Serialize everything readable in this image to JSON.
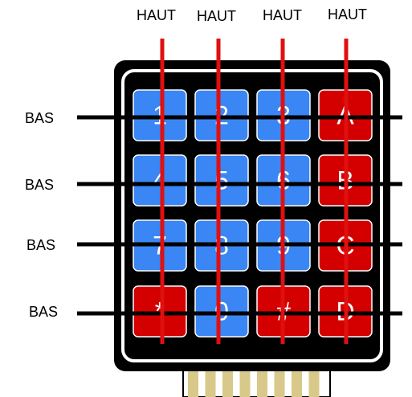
{
  "column_labels": [
    "HAUT",
    "HAUT",
    "HAUT",
    "HAUT"
  ],
  "row_labels": [
    "BAS",
    "BAS",
    "BAS",
    "BAS"
  ],
  "keys": [
    [
      {
        "label": "1",
        "color": "blue"
      },
      {
        "label": "2",
        "color": "blue"
      },
      {
        "label": "3",
        "color": "blue"
      },
      {
        "label": "A",
        "color": "red"
      }
    ],
    [
      {
        "label": "4",
        "color": "blue"
      },
      {
        "label": "5",
        "color": "blue"
      },
      {
        "label": "6",
        "color": "blue"
      },
      {
        "label": "B",
        "color": "red"
      }
    ],
    [
      {
        "label": "7",
        "color": "blue"
      },
      {
        "label": "8",
        "color": "blue"
      },
      {
        "label": "9",
        "color": "blue"
      },
      {
        "label": "C",
        "color": "red"
      }
    ],
    [
      {
        "label": "*",
        "color": "red"
      },
      {
        "label": "0",
        "color": "blue"
      },
      {
        "label": "#",
        "color": "red"
      },
      {
        "label": "D",
        "color": "red"
      }
    ]
  ],
  "colors": {
    "blue_key": "#3a86f5",
    "red_key": "#d40000",
    "key_text": "#ffffff",
    "body": "#000000",
    "inner_border": "#ffffff",
    "row_line": "#000000",
    "column_line": "#e01010",
    "pins": "#d8c98a"
  },
  "connector_pin_count": 8
}
